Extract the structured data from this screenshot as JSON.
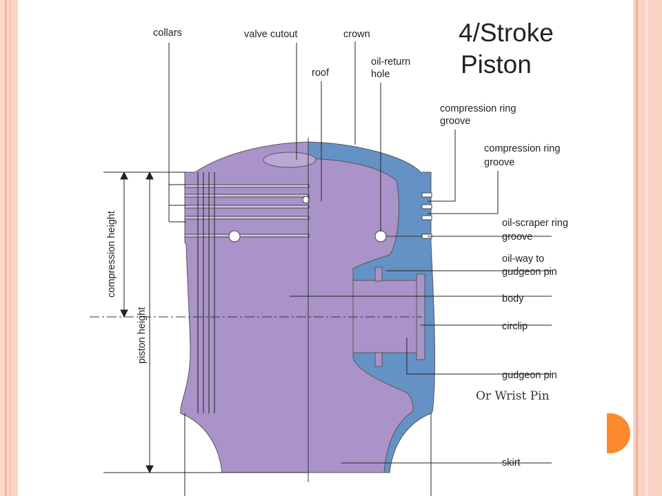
{
  "title": {
    "line1": "4/Stroke",
    "line2": "Piston"
  },
  "labels": {
    "collars": "collars",
    "valve_cutout": "valve cutout",
    "crown": "crown",
    "roof": "roof",
    "oil_return_hole_1": "oil-return",
    "oil_return_hole_2": "hole",
    "compression_ring_groove_1a": "compression ring",
    "compression_ring_groove_1b": "groove",
    "compression_ring_groove_2a": "compression ring",
    "compression_ring_groove_2b": "groove",
    "oil_scraper_1": "oil-scraper ring",
    "oil_scraper_2": "groove",
    "oil_way_1": "oil-way to",
    "oil_way_2": "gudgeon pin",
    "body": "body",
    "circlip": "circlip",
    "gudgeon_pin": "gudgeon pin",
    "wrist_pin": "Or Wrist Pin",
    "skirt": "skirt",
    "compression_height": "compression height",
    "piston_height": "piston height"
  },
  "colors": {
    "exterior": "#a993c8",
    "section": "#6592c4",
    "frame": "#fbd7c9",
    "bullet": "#fb8a2e"
  }
}
